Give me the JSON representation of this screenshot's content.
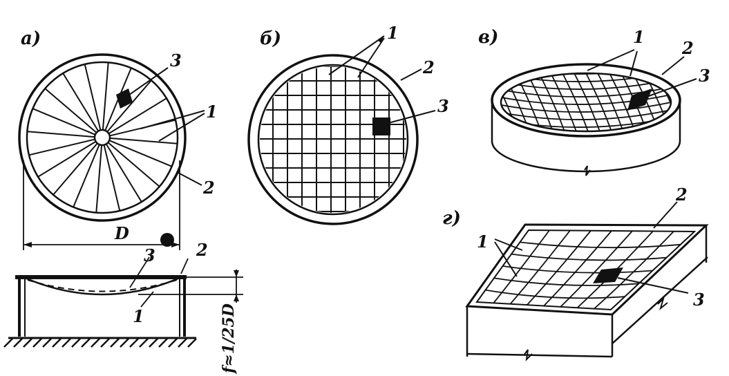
{
  "panels": {
    "a": {
      "letter": "а)",
      "dim_label": "D",
      "sag_label": "f≈1/25D",
      "labels": {
        "one": "1",
        "two": "2",
        "three": "3",
        "sec_one": "1",
        "sec_two": "2",
        "sec_three": "3"
      }
    },
    "b": {
      "letter": "б)",
      "labels": {
        "one": "1",
        "two": "2",
        "three": "3"
      }
    },
    "c": {
      "letter": "в)",
      "labels": {
        "one": "1",
        "two": "2",
        "three": "3"
      }
    },
    "d": {
      "letter": "г)",
      "labels": {
        "one": "1",
        "two": "2",
        "three": "3"
      }
    }
  },
  "colors": {
    "ink": "#111111",
    "paper": "#ffffff"
  }
}
